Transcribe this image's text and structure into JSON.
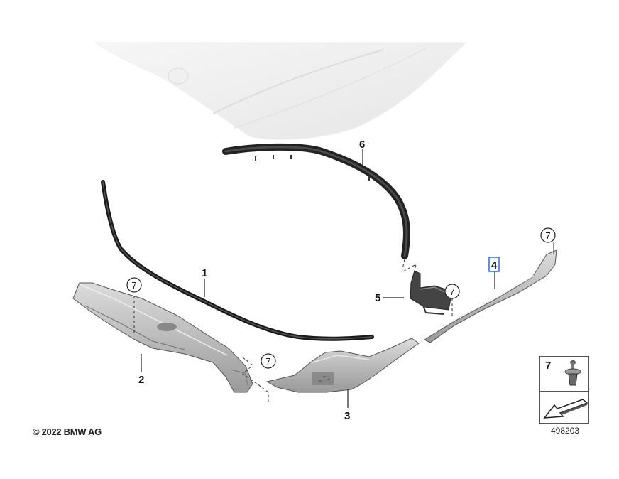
{
  "callouts": {
    "p1": "1",
    "p2": "2",
    "p3": "3",
    "p4": "4",
    "p5": "5",
    "p6": "6"
  },
  "circle_refs": {
    "c7_a": "7",
    "c7_b": "7",
    "c7_c": "7",
    "c7_d": "7"
  },
  "legend": {
    "number": "7"
  },
  "footer": {
    "copyright": "© 2022 BMW AG",
    "diagram_id": "498203"
  }
}
